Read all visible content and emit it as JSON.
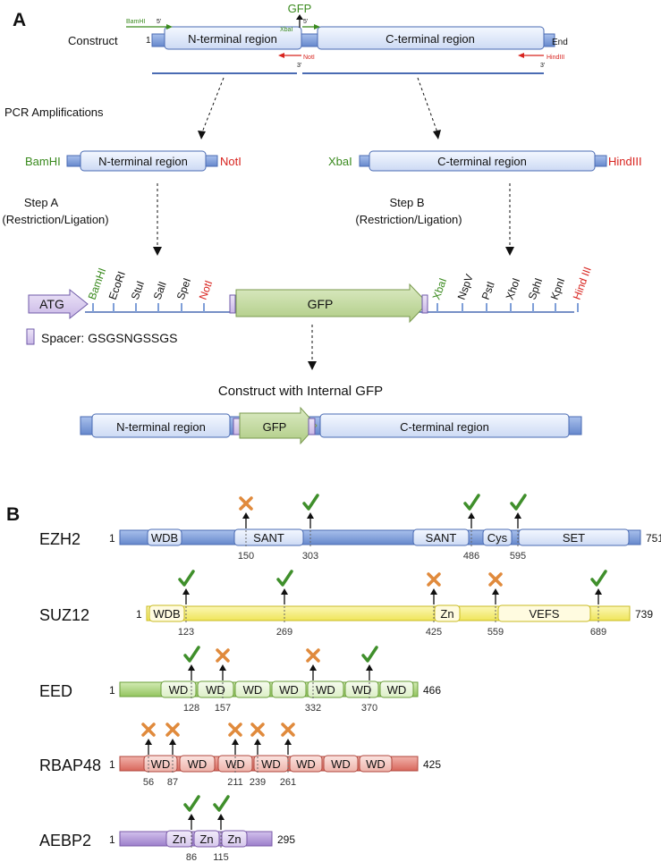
{
  "panelA": {
    "label": "A",
    "construct_label": "Construct",
    "gfp_label": "GFP",
    "start_num": "1",
    "end_label": "End",
    "n_region": "N-terminal region",
    "c_region": "C-terminal region",
    "bamhi_small": "BamHI",
    "xbai_small": "XbaI",
    "noti_small": "NotI",
    "hindiii_small": "HindIII",
    "five_prime": "5'",
    "three_prime": "3'",
    "pcr_label": "PCR Amplifications",
    "pcr_left_site": "BamHI",
    "pcr_left_end_site": "NotI",
    "pcr_right_site": "XbaI",
    "pcr_right_end_site": "HindIII",
    "step_a_line1": "Step A",
    "step_a_line2": "(Restriction/Ligation)",
    "step_b_line1": "Step B",
    "step_b_line2": "(Restriction/Ligation)",
    "atg_label": "ATG",
    "vector_gfp_label": "GFP",
    "left_sites": [
      "BamHI",
      "EcoRI",
      "StuI",
      "SalI",
      "SpeI",
      "NotI"
    ],
    "right_sites": [
      "XbaI",
      "NspV",
      "PstI",
      "XhoI",
      "SphI",
      "KpnI",
      "Hind III"
    ],
    "spacer_label": "Spacer: GSGSNGSSGS",
    "final_title": "Construct with Internal GFP",
    "final_n_region": "N-terminal region",
    "final_gfp": "GFP",
    "final_c_region": "C-terminal region"
  },
  "panelB": {
    "label": "B",
    "proteins": [
      {
        "name": "EZH2",
        "start": "1",
        "end": "751",
        "domains": [
          "WDB",
          "SANT",
          "SANT",
          "Cys",
          "SET"
        ],
        "sites": [
          {
            "pos": "150",
            "mark": "cross"
          },
          {
            "pos": "303",
            "mark": "check"
          },
          {
            "pos": "486",
            "mark": "check"
          },
          {
            "pos": "595",
            "mark": "check"
          }
        ]
      },
      {
        "name": "SUZ12",
        "start": "1",
        "end": "739",
        "domains": [
          "WDB",
          "Zn",
          "VEFS"
        ],
        "sites": [
          {
            "pos": "123",
            "mark": "check"
          },
          {
            "pos": "269",
            "mark": "check"
          },
          {
            "pos": "425",
            "mark": "cross"
          },
          {
            "pos": "559",
            "mark": "cross"
          },
          {
            "pos": "689",
            "mark": "check"
          }
        ]
      },
      {
        "name": "EED",
        "start": "1",
        "end": "466",
        "domains": [
          "WD",
          "WD",
          "WD",
          "WD",
          "WD",
          "WD",
          "WD"
        ],
        "sites": [
          {
            "pos": "128",
            "mark": "check"
          },
          {
            "pos": "157",
            "mark": "cross"
          },
          {
            "pos": "332",
            "mark": "cross"
          },
          {
            "pos": "370",
            "mark": "check"
          }
        ]
      },
      {
        "name": "RBAP48",
        "start": "1",
        "end": "425",
        "domains": [
          "WD",
          "WD",
          "WD",
          "WD",
          "WD",
          "WD",
          "WD"
        ],
        "sites": [
          {
            "pos": "56",
            "mark": "cross"
          },
          {
            "pos": "87",
            "mark": "cross"
          },
          {
            "pos": "211",
            "mark": "cross"
          },
          {
            "pos": "239",
            "mark": "cross"
          },
          {
            "pos": "261",
            "mark": "cross"
          }
        ]
      },
      {
        "name": "AEBP2",
        "start": "1",
        "end": "295",
        "domains": [
          "Zn",
          "Zn",
          "Zn"
        ],
        "sites": [
          {
            "pos": "86",
            "mark": "check"
          },
          {
            "pos": "115",
            "mark": "check"
          }
        ]
      }
    ]
  },
  "colors": {
    "blue_bar": "#7f9fd8",
    "blue_box": "#dfe8fa",
    "blue_stroke": "#4a6bb3",
    "yellow_bar": "#f5ee79",
    "green_bar": "#a9d37a",
    "red_bar": "#e3847b",
    "red_box": "#f7d2cc",
    "purple_bar": "#b49ad8",
    "purple_box": "#e3d8f2",
    "gfp_fill": "#c7dca5",
    "atg_fill": "#ddd0ef",
    "site_green": "#3a8a1e",
    "site_red": "#d8241f",
    "check_green": "#3f8f2b",
    "cross_orange": "#e08a3c"
  }
}
